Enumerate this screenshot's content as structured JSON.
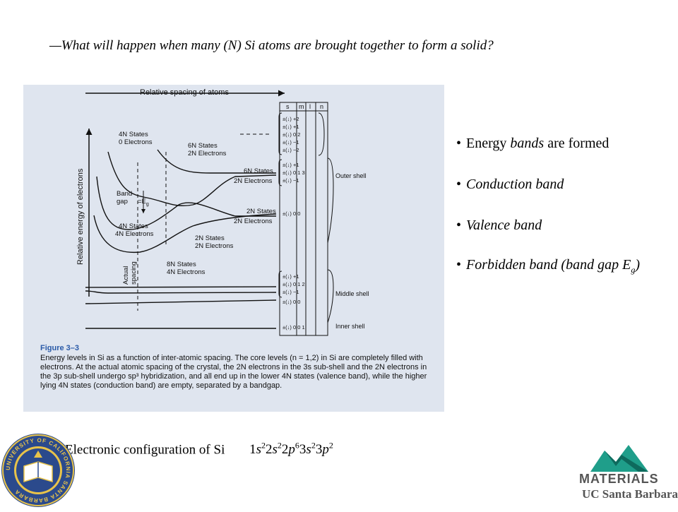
{
  "slide": {
    "title": "—What will happen when many (N) Si atoms are brought together to form a solid?",
    "bullets": {
      "b1_pre": "Energy ",
      "b1_em": "bands",
      "b1_post": " are formed",
      "b2": "Conduction band",
      "b3": "Valence band",
      "b4_pre": "Forbidden band (band gap E",
      "b4_sub": "g",
      "b4_post": ")"
    },
    "config": {
      "label": "Electronic configuration of Si",
      "f1": "1",
      "f1_s": "s",
      "f1_e": "2",
      "f2": "2",
      "f2_s": "s",
      "f2_e": "2",
      "f3": "2",
      "f3_s": "p",
      "f3_e": "6",
      "f4": "3",
      "f4_s": "s",
      "f4_e": "2",
      "f5": "3",
      "f5_s": "p",
      "f5_e": "2"
    },
    "logos": {
      "ucsb_seal_text": "UNIVERSITY OF CALIFORNIA SANTA BARBARA",
      "materials_text": "MATERIALS",
      "materials_sub": "UC Santa Barbara"
    }
  },
  "figure": {
    "top_arrow_label": "Relative spacing of atoms",
    "y_axis_label": "Relative energy of electrons",
    "table_headers": [
      "s",
      "m",
      "l",
      "n"
    ],
    "labels": {
      "s4n0e_1": "4N States",
      "s4n0e_2": "0 Electrons",
      "s6n2e_1": "6N States",
      "s6n2e_2": "2N Electrons",
      "s6n2e_r1": "6N States",
      "s6n2e_r2": "2N Electrons",
      "s2n2e_r1": "2N States",
      "s2n2e_r2": "2N Electrons",
      "band_gap_1": "Band",
      "band_gap_2": "gap",
      "eg": "=E",
      "eg_sub": "g",
      "s4n4e_1": "4N States",
      "s4n4e_2": "4N Electrons",
      "s2n2e_c1": "2N States",
      "s2n2e_c2": "2N Electrons",
      "s8n4e_1": "8N States",
      "s8n4e_2": "4N Electrons",
      "actual_spacing_1": "Actual",
      "actual_spacing_2": "spacing",
      "outer_shell": "Outer shell",
      "middle_shell": "Middle shell",
      "inner_shell": "Inner shell"
    },
    "table_rows": {
      "r1": "±(↓)  +2",
      "r2": "±(↓)  +1",
      "r3": "±(↓)   0   2",
      "r4": "±(↓)  −1",
      "r5": "±(↓)  −2",
      "r6": "±(↓)  +1",
      "r7": "±(↓)   0   1   3",
      "r8": "±(↓)  −1",
      "r9": "±(↓)   0   0",
      "r10": "±(↓)  +1",
      "r11": "±(↓)   0   1   2",
      "r12": "±(↓)  −1",
      "r13": "±(↓)   0   0",
      "r14": "±(↓)   0   0   1"
    },
    "caption": {
      "title": "Figure 3–3",
      "text": "Energy levels in Si as a function of inter-atomic spacing. The core levels (n = 1,2) in Si are completely filled with electrons. At the actual atomic spacing of the crystal, the 2N electrons in the 3s sub-shell and the 2N electrons in the 3p sub-shell undergo sp³ hybridization, and all end up in the lower 4N states (valence band), while the higher lying 4N states (conduction band) are empty, separated by a bandgap."
    }
  }
}
